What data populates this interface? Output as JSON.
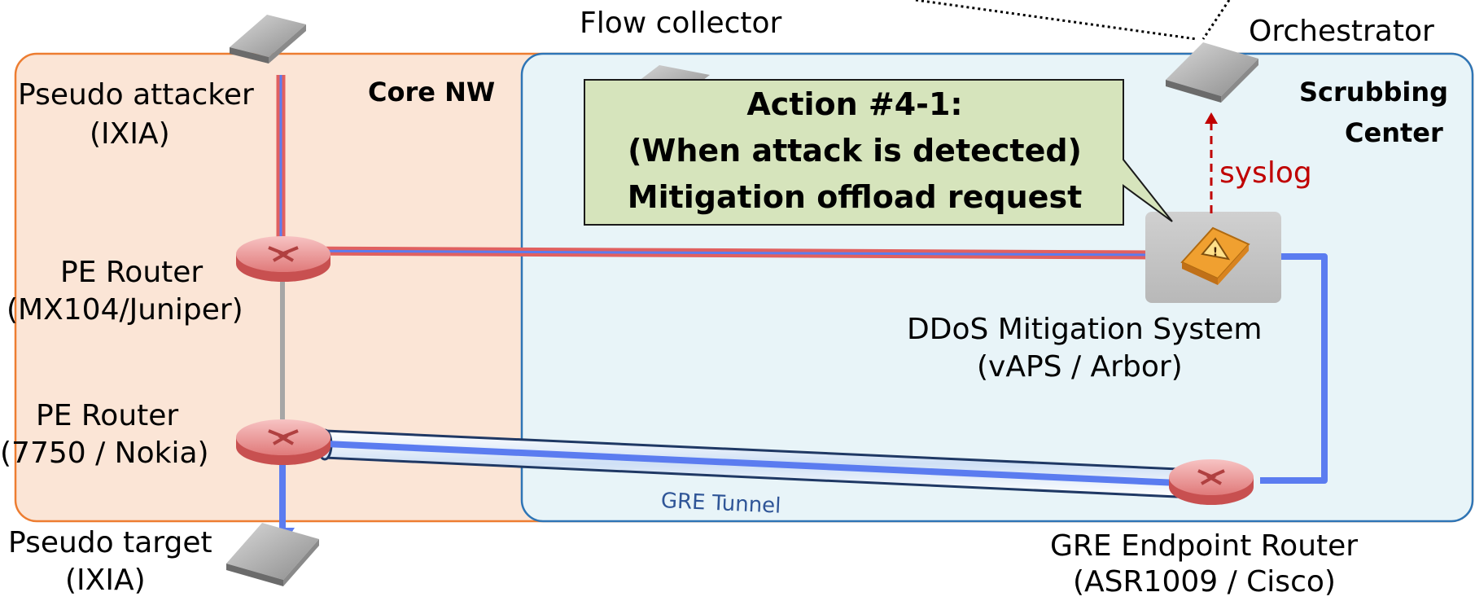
{
  "regions": {
    "core": {
      "label": "Core NW"
    },
    "scrubbing": {
      "label_line1": "Scrubbing",
      "label_line2": "Center"
    }
  },
  "nodes": {
    "pseudo_attacker": {
      "line1": "Pseudo attacker",
      "line2": "(IXIA)"
    },
    "pe_router_1": {
      "line1": "PE Router",
      "line2": "(MX104/Juniper)"
    },
    "pe_router_2": {
      "line1": "PE Router",
      "line2": "(7750 / Nokia)"
    },
    "pseudo_target": {
      "line1": "Pseudo target",
      "line2": "(IXIA)"
    },
    "flow_collector": {
      "line1": "Flow collector"
    },
    "orchestrator": {
      "line1": "Orchestrator"
    },
    "ddos_system": {
      "line1": "DDoS Mitigation System",
      "line2": "(vAPS / Arbor)"
    },
    "gre_endpoint": {
      "line1": "GRE Endpoint Router",
      "line2": "(ASR1009 / Cisco)"
    }
  },
  "links": {
    "syslog": "syslog",
    "gre_tunnel": "GRE Tunnel"
  },
  "callout": {
    "line1": "Action #4-1:",
    "line2": "(When attack is detected)",
    "line3": "Mitigation offload request"
  },
  "colors": {
    "core_fill": "#fbe5d6",
    "core_border": "#ed7d31",
    "scrub_fill": "#e8f4f8",
    "scrub_border": "#2e75b6",
    "attack_red": "#e06060",
    "clean_blue": "#5b7cf0",
    "callout_fill": "#d6e4bc",
    "syslog_red": "#c00000",
    "gre_text": "#2f5597"
  }
}
